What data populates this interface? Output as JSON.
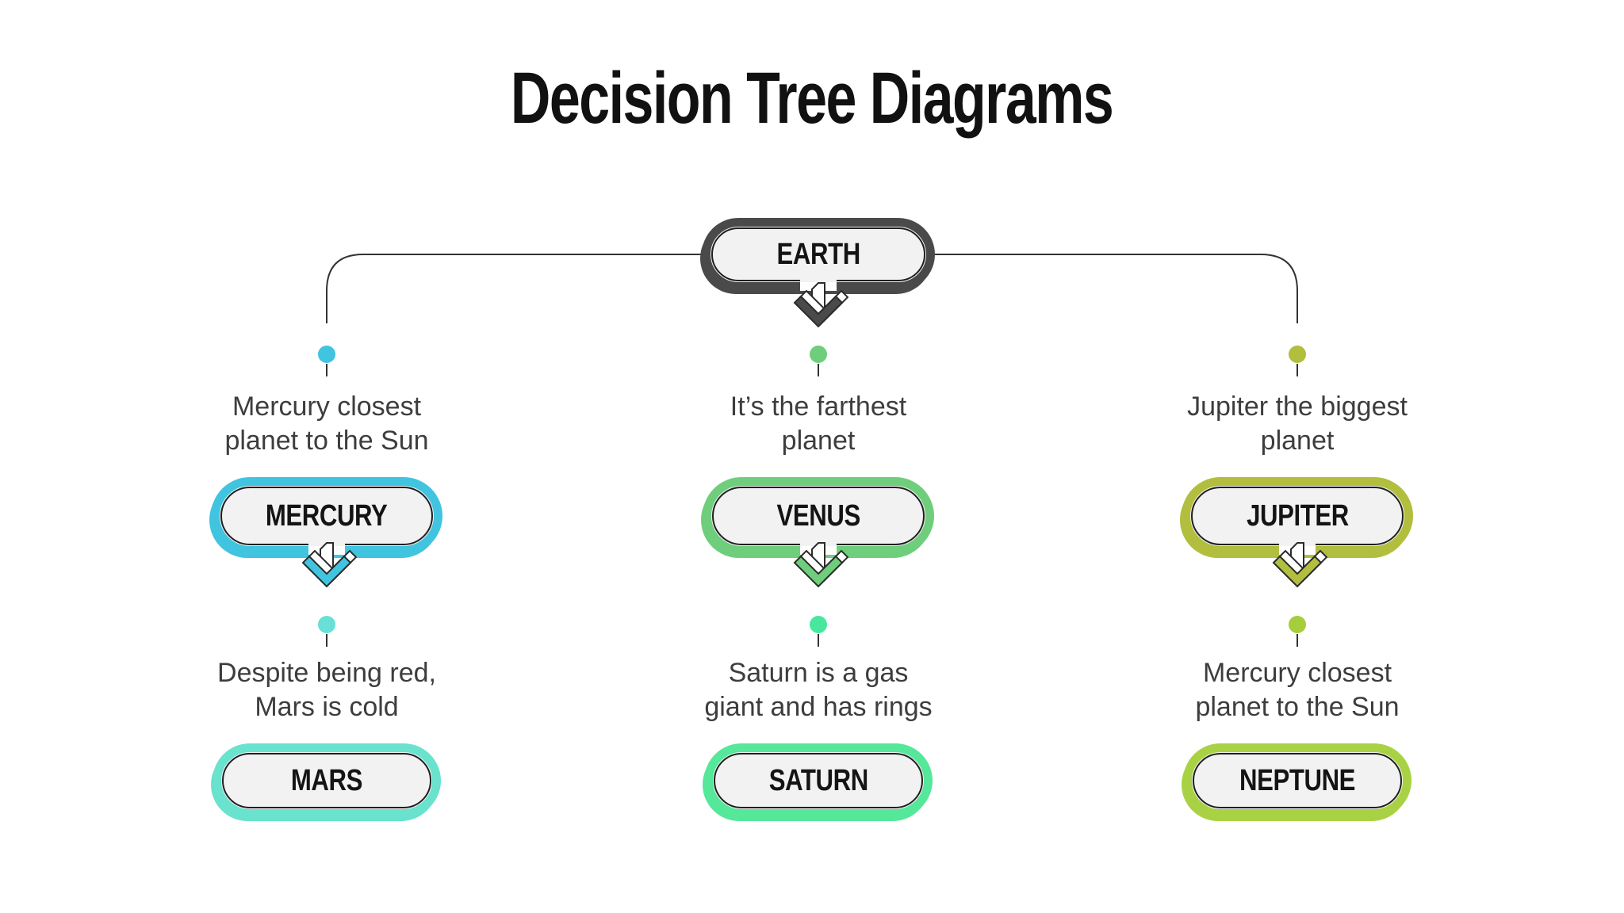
{
  "title": "Decision Tree Diagrams",
  "connector_color": "#333333",
  "background": "#FFFFFF",
  "node_fill": "#F2F2F2",
  "root": {
    "label": "EARTH",
    "color": "#4A4A4A"
  },
  "columns": [
    {
      "branch_dot_color": "#41C4E0",
      "branch_note": {
        "line1": "Mercury closest",
        "line2": "planet to the Sun"
      },
      "mid_node": {
        "label": "MERCURY",
        "color": "#41C4E0"
      },
      "leaf_dot_color": "#68E0D8",
      "leaf_note": {
        "line1": "Despite being red,",
        "line2": "Mars is cold"
      },
      "leaf_node": {
        "label": "MARS",
        "color": "#69E2CE"
      }
    },
    {
      "branch_dot_color": "#6FCE7C",
      "branch_note": {
        "line1": "It’s the farthest",
        "line2": "planet"
      },
      "mid_node": {
        "label": "VENUS",
        "color": "#6FCE7C"
      },
      "leaf_dot_color": "#47E89E",
      "leaf_note": {
        "line1": "Saturn is a gas",
        "line2": "giant and has rings"
      },
      "leaf_node": {
        "label": "SATURN",
        "color": "#55E79A"
      }
    },
    {
      "branch_dot_color": "#B2BE3E",
      "branch_note": {
        "line1": "Jupiter the biggest",
        "line2": "planet"
      },
      "mid_node": {
        "label": "JUPITER",
        "color": "#B2BE3E"
      },
      "leaf_dot_color": "#A5CE3C",
      "leaf_note": {
        "line1": "Mercury closest",
        "line2": "planet to the Sun"
      },
      "leaf_node": {
        "label": "NEPTUNE",
        "color": "#A8D244"
      }
    }
  ]
}
